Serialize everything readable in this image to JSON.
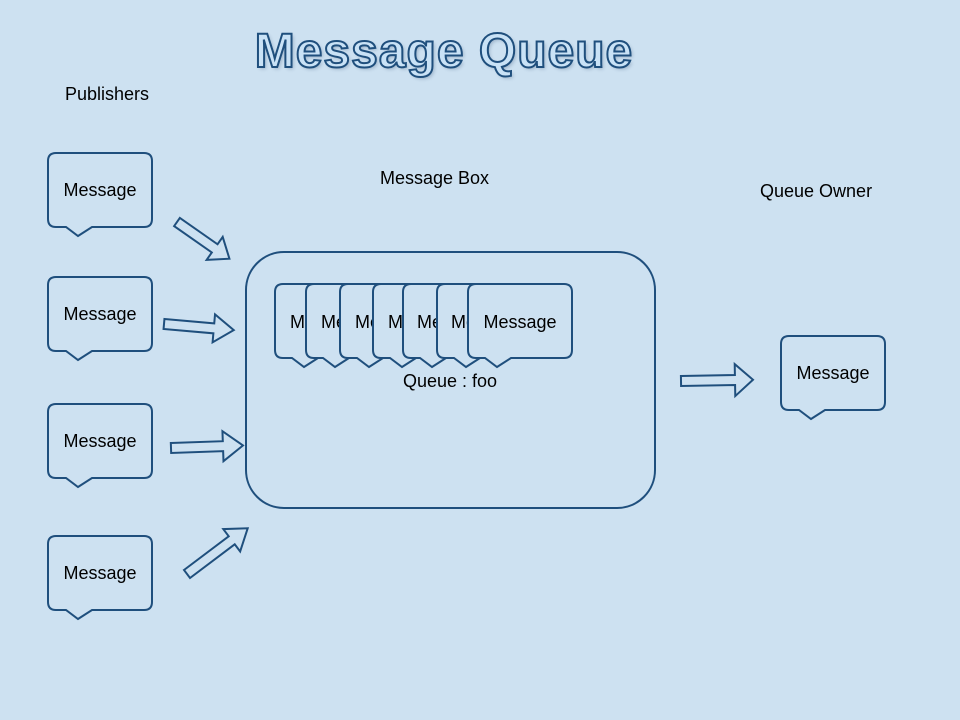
{
  "title": "Message Queue",
  "labels": {
    "publishers": "Publishers",
    "message_box": "Message Box",
    "queue_owner": "Queue Owner",
    "queue_name": "Queue : foo"
  },
  "publisher_messages": [
    "Message",
    "Message",
    "Message",
    "Message"
  ],
  "queued_messages": [
    "Me",
    "Me",
    "Me",
    "Me",
    "Me",
    "Me",
    "Message"
  ],
  "owner_message": "Message",
  "colors": {
    "background": "#cde1f1",
    "stroke": "#1f4f7d",
    "shape_fill": "#cde1f1"
  }
}
